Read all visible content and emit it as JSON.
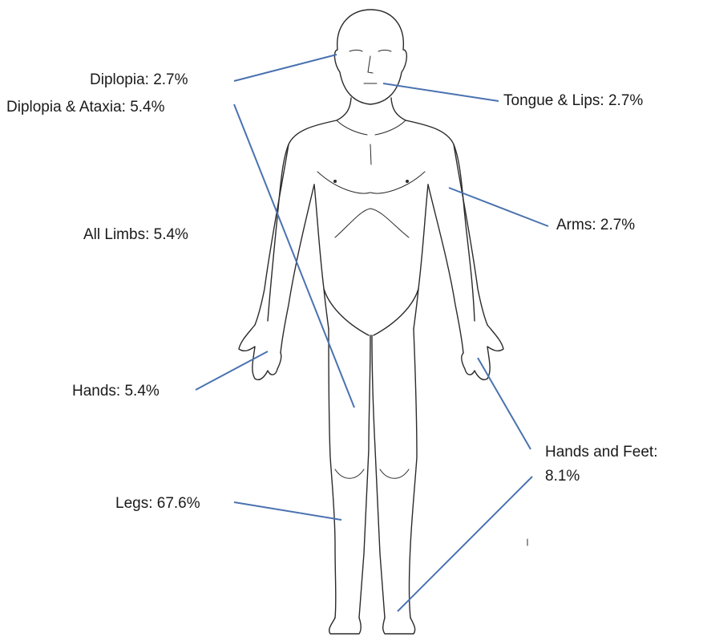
{
  "figure": {
    "labels": {
      "diplopia": "Diplopia: 2.7%",
      "diplopia_ataxia": "Diplopia & Ataxia: 5.4%",
      "tongue_lips": "Tongue & Lips: 2.7%",
      "all_limbs": "All Limbs: 5.4%",
      "arms": "Arms: 2.7%",
      "hands": "Hands: 5.4%",
      "hands_feet_line1": "Hands and Feet:",
      "hands_feet_line2": "8.1%",
      "legs": "Legs: 67.6%"
    },
    "colors": {
      "leader": "#4a72b0",
      "outline": "#2b2b2b"
    }
  }
}
